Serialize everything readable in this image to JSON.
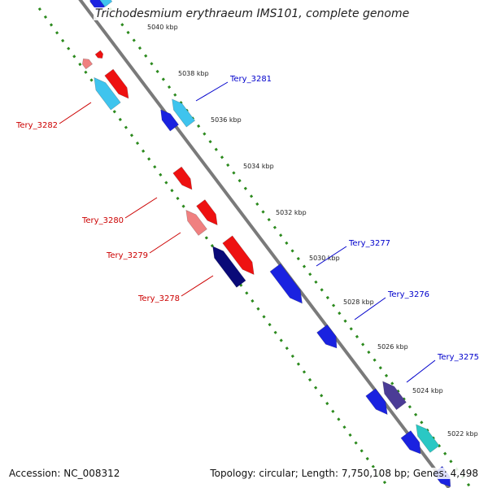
{
  "title": "Trichodesmium erythraeum IMS101, complete genome",
  "footer": {
    "accession": "Accession: NC_008312",
    "summary": "Topology: circular; Length: 7,750,108 bp; Genes: 4,498"
  },
  "colors": {
    "backbone": "#7a7a7a",
    "tick": "#2c8a1e",
    "forward_label": "#0000cc",
    "reverse_label": "#cc0000"
  },
  "scale_ticks": [
    {
      "label": "5040 kbp"
    },
    {
      "label": "5038 kbp"
    },
    {
      "label": "5036 kbp"
    },
    {
      "label": "5034 kbp"
    },
    {
      "label": "5032 kbp"
    },
    {
      "label": "5030 kbp"
    },
    {
      "label": "5028 kbp"
    },
    {
      "label": "5026 kbp"
    },
    {
      "label": "5024 kbp"
    },
    {
      "label": "5022 kbp"
    }
  ],
  "gene_labels": [
    {
      "name": "Tery_3281",
      "strand": "forward"
    },
    {
      "name": "Tery_3282",
      "strand": "reverse"
    },
    {
      "name": "Tery_3280",
      "strand": "reverse"
    },
    {
      "name": "Tery_3279",
      "strand": "reverse"
    },
    {
      "name": "Tery_3278",
      "strand": "reverse"
    },
    {
      "name": "Tery_3277",
      "strand": "forward"
    },
    {
      "name": "Tery_3276",
      "strand": "forward"
    },
    {
      "name": "Tery_3275",
      "strand": "forward"
    }
  ],
  "features": [
    {
      "name": "blue-feature",
      "color": "#1a22e0"
    },
    {
      "name": "cyan-feature",
      "color": "#3fc4ee"
    },
    {
      "name": "red-feature",
      "color": "#ee1111"
    },
    {
      "name": "pink-feature",
      "color": "#f08080"
    },
    {
      "name": "navy-feature",
      "color": "#0a0a78"
    },
    {
      "name": "purple-feature",
      "color": "#4b3c96"
    },
    {
      "name": "teal-feature",
      "color": "#2ac8c4"
    }
  ]
}
